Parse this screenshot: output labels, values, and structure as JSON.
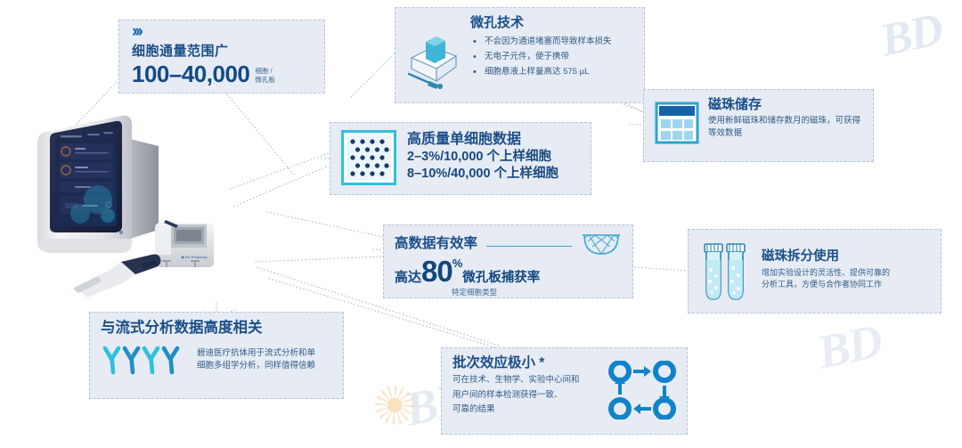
{
  "meta": {
    "brand": "BD",
    "product_label": "BD Rhapsody",
    "watermark_text": "BD"
  },
  "boxes": {
    "throughput": {
      "chevrons": "›››",
      "title": "细胞通量范围广",
      "number": "100–40,000",
      "unit_line1": "细胞 /",
      "unit_line2": "微孔板",
      "icon": "chevron-arrows-icon"
    },
    "microwell": {
      "title": "微孔技术",
      "icon": "microwell-cartridge-icon",
      "bullets": [
        "不会因为通道堵塞而导致样本损失",
        "无电子元件，便于携带",
        "细胞悬液上样量高达 575 µL"
      ]
    },
    "bead_storage": {
      "title": "磁珠储存",
      "icon": "bead-plate-icon",
      "body": "使用新鲜磁珠和储存数月的磁珠，可获得等效数据"
    },
    "quality": {
      "title": "高质量单细胞数据",
      "icon": "microwell-grid-icon",
      "line1": "2–3%/10,000 个上样细胞",
      "line2": "8–10%/40,000 个上样细胞"
    },
    "efficiency": {
      "title": "高数据有效率",
      "icon": "capture-net-icon",
      "lead": "高达",
      "number": "80",
      "percent": "%",
      "tail": "微孔板捕获率",
      "sub": "特定细胞类型"
    },
    "bead_split": {
      "title": "磁珠拆分使用",
      "icon": "test-tubes-icon",
      "body_line1": "增加实验设计的灵活性、提供可靠的",
      "body_line2": "分析工具，方便与合作者协同工作"
    },
    "flow_correlation": {
      "title": "与流式分析数据高度相关",
      "icon": "antibody-y-icon",
      "body_line1": "碧迪医疗抗体用于流式分析和单",
      "body_line2": "细胞多组学分析，同样值得信赖"
    },
    "batch_effect": {
      "title": "批次效应极小 *",
      "icon": "batch-cycle-icon",
      "body_line1": "可在技术、生物学、实验中心间和",
      "body_line2": "用户间的样本检测获得一致、",
      "body_line3": "可靠的结果"
    }
  },
  "colors": {
    "box_fill": "#e6ebf4",
    "box_border": "#b9c4d8",
    "title_blue": "#1b4f8a",
    "body_blue": "#2f5b86",
    "accent_cyan": "#2eb6d4",
    "accent_blue": "#1183c9",
    "number_navy": "#11477f",
    "watermark_gold": "#f7d2a0"
  }
}
